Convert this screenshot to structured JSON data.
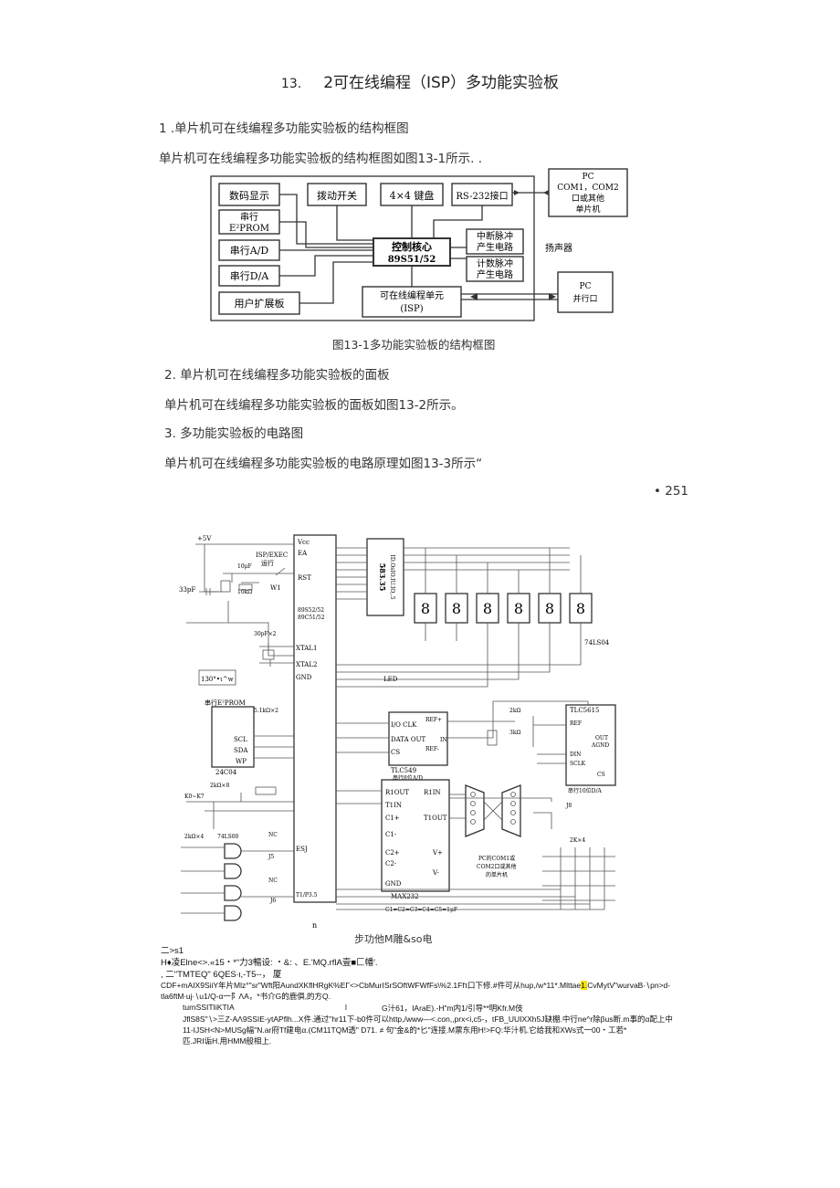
{
  "page": {
    "title_num": "13.",
    "title_text": "2可在线编程（ISP）多功能实验板",
    "sec1_heading": "1 .单片机可在线编程多功能实验板的结构框图",
    "sec1_text": "单片机可在线编程多功能实验板的结构框图如图13-1所示. .",
    "fig1_caption": "图13-1多功能实验板的结构框图",
    "sec2_heading": "2. 单片机可在线编程多功能实验板的面板",
    "sec2_text": "单片机可在线编程多功能实验板的面板如图13-2所示。",
    "sec3_heading": "3. 多功能实验板的电路图",
    "sec3_text": "单片机可在线编程多功能实验板的电路原理如图13-3所示“",
    "page_number": "• 251"
  },
  "block_diagram": {
    "digit_display": "数码显示",
    "dip_switch": "拨动开关",
    "keypad": "4×4 键盘",
    "rs232": "RS-232接口",
    "serial_eprom_1": "串行",
    "serial_eprom_2": "E²PROM",
    "serial_ad": "串行A/D",
    "serial_da": "串行D/A",
    "user_board": "用户扩展板",
    "core_1": "控制核心",
    "core_2": "89S51/52",
    "int_pulse_1": "中断脉冲",
    "int_pulse_2": "产生电路",
    "cnt_pulse_1": "计数脉冲",
    "cnt_pulse_2": "产生电路",
    "isp_1": "可在线编程单元",
    "isp_2": "(ISP)",
    "speaker": "扬声器",
    "pc1_1": "PC",
    "pc1_2": "COM1，COM2",
    "pc1_3": "口或其他",
    "pc1_4": "单片机",
    "pc2_1": "PC",
    "pc2_2": "并行口"
  },
  "schematic": {
    "power": "+5V",
    "isp_exec": "ISP/EXEC",
    "run": "运行",
    "cap_10uf": "10μF",
    "rst": "RST",
    "cap_33pf": "33pF",
    "r_10k": "10kΩ",
    "w1": "W1",
    "cap_30pf": "30pF×2",
    "xtal1": "XTAL1",
    "xtal2": "XTAL2",
    "gnd": "GND",
    "ea": "EA",
    "vcc": "Vcc",
    "mcu_1": "89S52/52",
    "mcu_2": "89C51/52",
    "display_chip": "583.35",
    "display_vert": "ID.OsIO.IU.IO,.5",
    "label_130": "130°•ι^w",
    "ls04": "74LS04",
    "led": "LED",
    "eeprom_title": "串行E²PROM",
    "eeprom_chip": "24C04",
    "scl": "SCL",
    "sda": "SDA",
    "wp": "WP",
    "r_5k1": "5.1kΩ×2",
    "tlc549": "TLC549",
    "tlc549_cap": "串行8位A/D",
    "io_clk": "I/O CLK",
    "data_out": "DATA OUT",
    "ref_p": "REF+",
    "ref_m": "REF-",
    "cs": "CS",
    "in": "IN",
    "r_2k": "2kΩ",
    "r_3k": "3kΩ",
    "tlc5615": "TLC5615",
    "tlc5615_cap": "串行10位D/A",
    "ref": "REF",
    "out": "OUT",
    "agnd": "AGND",
    "din": "DIN",
    "sclk": "SCLK",
    "r_2k8": "2kΩ×8",
    "k0k7": "K0~K7",
    "r1out": "R1OUT",
    "r1in": "R1IN",
    "t1in": "T1IN",
    "t1out": "T1OUT",
    "c1p": "C1+",
    "c1m": "C1-",
    "c2p": "C2+",
    "c2m": "C2-",
    "vp": "V+",
    "vm": "V-",
    "max232": "MAX232",
    "pc_com_1": "PC的COM1或",
    "pc_com_2": "COM2口或其他",
    "pc_com_3": "的单片机",
    "cap_note": "C1=C2=C3=C4=C5=1μF",
    "r_2k4": "2kΩ×4",
    "ls00": "74LS00",
    "esj": "ESJ",
    "nc": "NC",
    "j5": "J5",
    "j6": "J6",
    "j8": "J8",
    "r_2k4b": "2K×4",
    "p35": "T1/P3.5",
    "n_label": "n"
  },
  "fig3_caption": "步功他M雕&so电",
  "ocr": {
    "l1": "二>s1",
    "l2": "H♦凌Elne<>.«15・*“力3暢设: ・&: 、E.'MQ.rflA壹■匚幡'.",
    "l3": ", 二\"TMTEQ\"                  6QES∙ι,-T5--，   厦",
    "l4a": "CDF+mAIX9SiiY年片Mlz°\"sr\"Wft阳AundXKflHRg",
    "l4b": "K%EΓ<>CbMurISrSOftWFWfFs\\%2.1Ffτ口下修.#件可从hup,/w*11*.Mltta",
    "l4c": "e",
    "l4d": "1.",
    "l4e": "CvMytV\"wurvaB∙∖pn>d-",
    "l5": "tla6ftM∙uj∙∖u1/Q-α一阝ΛA，*书介G的鹿俱,的方Q.",
    "l6a": "turnSSITIiKTIA",
    "l6b": "l",
    "l6c": "G汁61，IAraE).-H\"m内1/引导**明Kfr.M伎",
    "l7": "JflS8S\"∖>三Z-AΛ9SSIE-ytAPflh...X件.通过\"hr11下-b0件可以http,/www—<.con,,prx<i,c5-，tFB_UUIXXh5J缺棚.中行ne^r除βus断.m事的α配上中",
    "l8": "11-IJSH<N>MUSg幅\"N.ar府Tf建电α.(CM11TQM透\" D71. ≠ 句\"金&的*匕\"连接.M票东用H!>FQ:华汁机.它给我和XWs式一00・工若*",
    "l9": "匹.JRI诟H.用HMM般相上."
  }
}
